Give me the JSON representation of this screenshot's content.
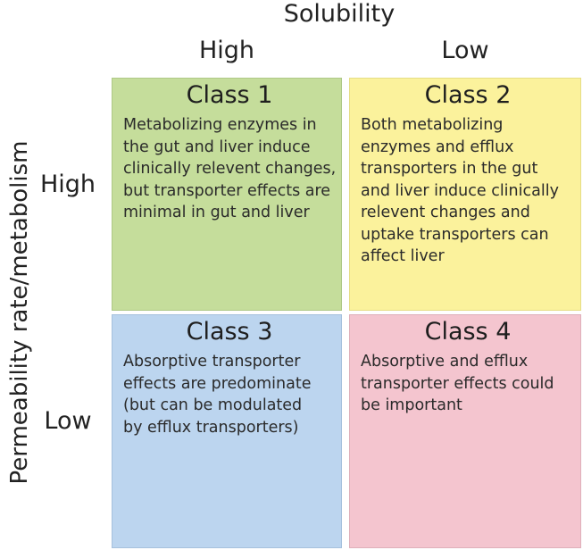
{
  "axes": {
    "top_title": "Solubility",
    "left_title": "Permeability rate/metabolism",
    "columns": [
      "High",
      "Low"
    ],
    "rows": [
      "High",
      "Low"
    ]
  },
  "cells": [
    {
      "title": "Class 1",
      "lines": [
        "Metabolizing enzymes in",
        "the gut and liver induce",
        "clinically relevent changes,",
        "but transporter effects are",
        "minimal in gut and liver"
      ],
      "color": "#c5dd9b"
    },
    {
      "title": "Class 2",
      "lines": [
        "Both metabolizing",
        "enzymes and efflux",
        "transporters in the gut",
        "and liver induce clinically",
        "relevent changes and",
        "uptake  transporters can",
        "affect liver"
      ],
      "color": "#fbf29c"
    },
    {
      "title": "Class 3",
      "lines": [
        "Absorptive transporter",
        "effects are predominate",
        "(but can be modulated",
        "by efflux transporters)"
      ],
      "color": "#bcd5ef"
    },
    {
      "title": "Class 4",
      "lines": [
        "Absorptive and efflux",
        "transporter effects could",
        "be important"
      ],
      "color": "#f4c5cf"
    }
  ]
}
